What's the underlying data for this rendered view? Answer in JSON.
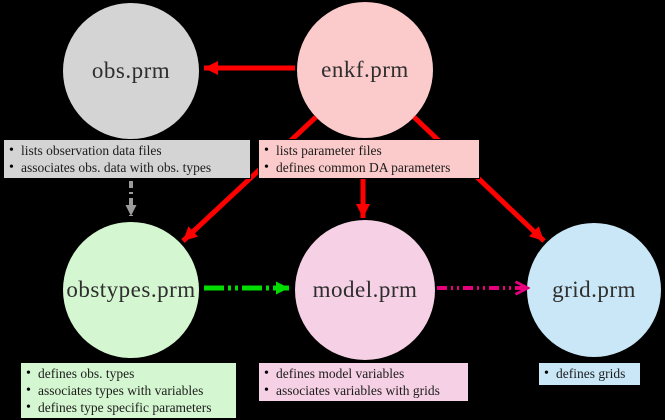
{
  "diagram": {
    "background": "#000000",
    "nodes": {
      "obs": {
        "label": "obs.prm",
        "color": "#d4d4d4"
      },
      "enkf": {
        "label": "enkf.prm",
        "color": "#fbcaca"
      },
      "obstypes": {
        "label": "obstypes.prm",
        "color": "#d4f6d0"
      },
      "model": {
        "label": "model.prm",
        "color": "#f6d0e4"
      },
      "grid": {
        "label": "grid.prm",
        "color": "#c9e7f6"
      }
    },
    "notes": {
      "obs": {
        "items": [
          "lists observation data files",
          "associates obs. data with obs. types"
        ]
      },
      "enkf": {
        "items": [
          "lists parameter files",
          "defines common DA parameters"
        ]
      },
      "obstypes": {
        "items": [
          "defines obs. types",
          "associates types with variables",
          "defines type specific parameters"
        ]
      },
      "model": {
        "items": [
          "defines model variables",
          "associates variables with grids"
        ]
      },
      "grid": {
        "items": [
          "defines grids"
        ]
      }
    },
    "edge_colors": {
      "red": "#fe0000",
      "gray": "#9b9b9b",
      "green": "#00dd00",
      "magenta": "#e6007e"
    }
  }
}
